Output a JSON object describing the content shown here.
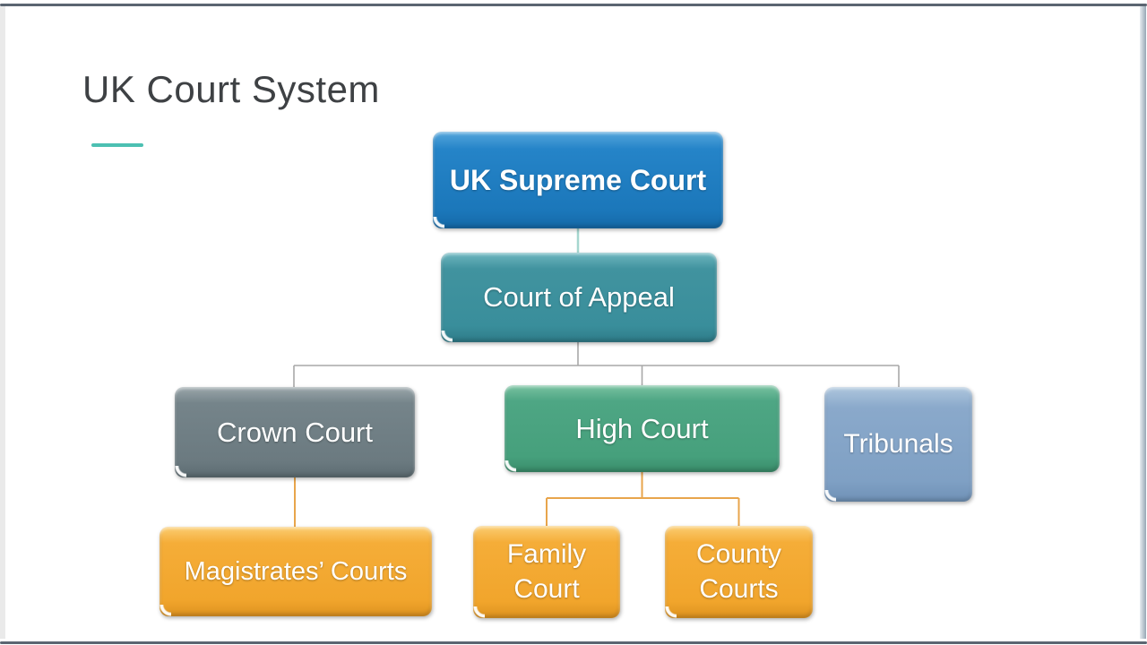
{
  "slide": {
    "title": "UK Court System",
    "accent_line_color": "#4cc0b2",
    "background_color": "#ffffff",
    "frame_color": "#5b6571"
  },
  "diagram": {
    "type": "org-chart",
    "nodes": [
      {
        "id": "uk-supreme-court",
        "label": "UK Supreme Court",
        "level": 1,
        "color": "#2584c8",
        "parent": null
      },
      {
        "id": "court-of-appeal",
        "label": "Court of Appeal",
        "level": 2,
        "color": "#41939f",
        "parent": "uk-supreme-court"
      },
      {
        "id": "crown-court",
        "label": "Crown Court",
        "level": 3,
        "color": "#6e7d83",
        "parent": "court-of-appeal"
      },
      {
        "id": "high-court",
        "label": "High Court",
        "level": 3,
        "color": "#49a27e",
        "parent": "court-of-appeal"
      },
      {
        "id": "tribunals",
        "label": "Tribunals",
        "level": 3,
        "color": "#82a2c6",
        "parent": "court-of-appeal"
      },
      {
        "id": "magistrates-courts",
        "label": "Magistrates’ Courts",
        "level": 4,
        "color": "#f2a72f",
        "parent": "crown-court"
      },
      {
        "id": "family-court",
        "label": "Family Court",
        "level": 4,
        "color": "#f2a72f",
        "parent": "high-court"
      },
      {
        "id": "county-courts",
        "label": "County Courts",
        "level": 4,
        "color": "#f2a72f",
        "parent": "high-court"
      }
    ],
    "connector_colors": {
      "supreme_to_appeal": "#a5d6cf",
      "appeal_to_children": "#a8a8a8",
      "to_lower_courts": "#e8a54c"
    }
  }
}
